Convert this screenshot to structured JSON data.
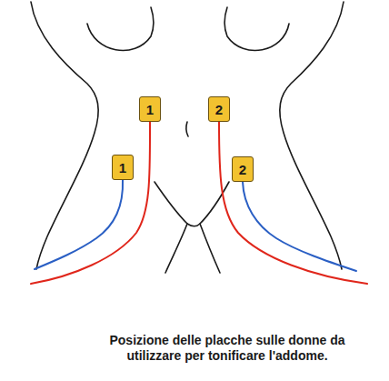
{
  "diagram": {
    "caption": "Posizione delle placche sulle donne da utilizzare per tonificare l'addome.",
    "nodes": [
      {
        "text": [
          "1"
        ]
      },
      {
        "text": [
          "2"
        ]
      },
      {
        "text": [
          "1"
        ]
      },
      {
        "text": [
          "2"
        ]
      }
    ]
  }
}
